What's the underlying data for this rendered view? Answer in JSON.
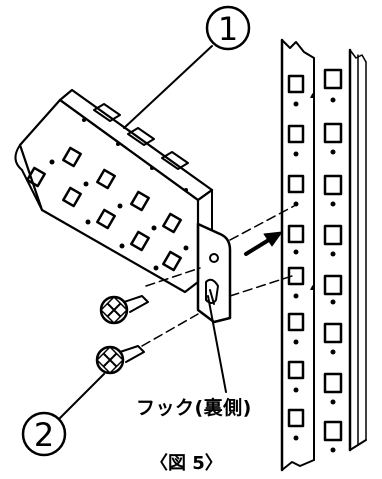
{
  "callouts": [
    {
      "number": "1",
      "description_ref": "rail-bracket"
    },
    {
      "number": "2",
      "description_ref": "screw"
    }
  ],
  "hook_label": "フック(裏側)",
  "caption": "〈図 5〉",
  "colors": {
    "ink": "#000000",
    "background": "#ffffff"
  }
}
